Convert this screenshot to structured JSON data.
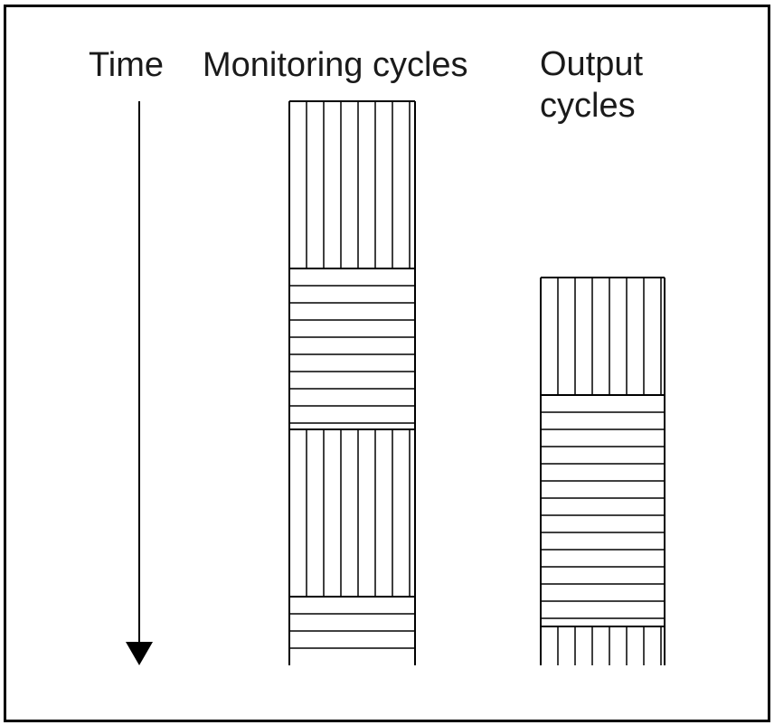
{
  "labels": {
    "time": "Time",
    "monitoring": "Monitoring cycles",
    "output_line1": "Output",
    "output_line2": "cycles"
  },
  "colors": {
    "stroke": "#000000",
    "text": "#1a1a1a",
    "background": "#ffffff"
  }
}
